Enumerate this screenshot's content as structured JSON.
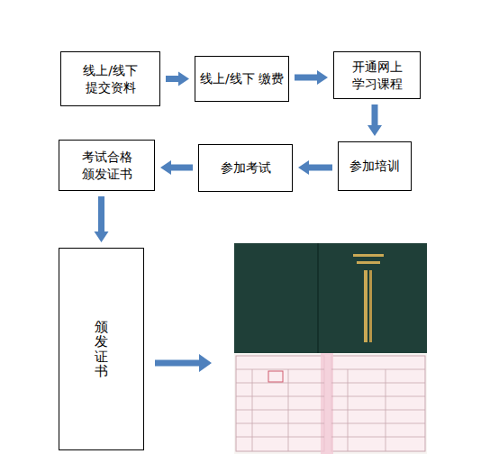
{
  "diagram": {
    "nodes": [
      {
        "text": [
          "线上/线下 提交资料"
        ]
      },
      {
        "text": [
          "线上/线下 缴费"
        ]
      },
      {
        "text": [
          "开通网上 学习课程"
        ]
      },
      {
        "text": [
          "参加培训"
        ]
      },
      {
        "text": [
          "参加考试"
        ]
      },
      {
        "text": [
          "考试合格 颁发证书"
        ]
      },
      {
        "text": [
          "颁发证书"
        ]
      }
    ],
    "edges": [
      {
        "from": 0,
        "to": 1,
        "arrow": "to"
      },
      {
        "from": 1,
        "to": 2,
        "arrow": "to"
      },
      {
        "from": 2,
        "to": 3,
        "arrow": "to"
      },
      {
        "from": 3,
        "to": 4,
        "arrow": "to"
      },
      {
        "from": 4,
        "to": 5,
        "arrow": "to"
      },
      {
        "from": 5,
        "to": 6,
        "arrow": "to"
      }
    ]
  }
}
